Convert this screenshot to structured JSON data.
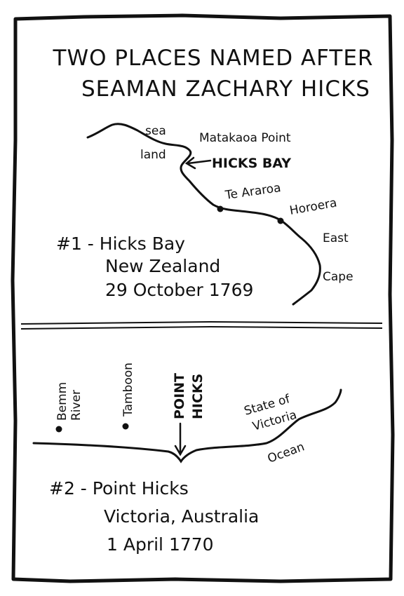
{
  "title": {
    "line1": "TWO PLACES NAMED AFTER",
    "line2": "SEAMAN ZACHARY HICKS"
  },
  "map1": {
    "labels": {
      "sea": "sea",
      "land": "land",
      "matakaoa": "Matakaoa Point",
      "hicks_bay": "HICKS BAY",
      "te_araroa": "Te Araroa",
      "horoera": "Horoera",
      "east": "East",
      "cape": "Cape"
    },
    "caption": {
      "line1": "#1 - Hicks Bay",
      "line2": "New Zealand",
      "line3": "29 October 1769"
    }
  },
  "map2": {
    "labels": {
      "bemm1": "Bemm",
      "bemm2": "River",
      "tamboon": "Tamboon",
      "point": "POINT",
      "hicks": "HICKS",
      "state1": "State of",
      "state2": "Victoria",
      "ocean": "Ocean"
    },
    "caption": {
      "line1": "#2 - Point Hicks",
      "line2": "Victoria, Australia",
      "line3": "1 April 1770"
    }
  }
}
